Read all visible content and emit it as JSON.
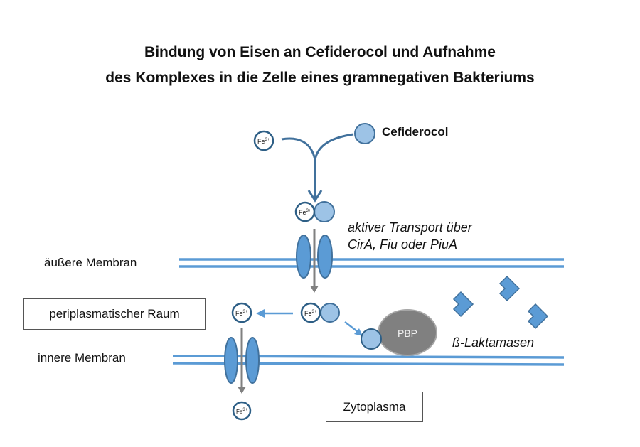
{
  "title": {
    "line1": "Bindung von Eisen an Cefiderocol und Aufnahme",
    "line2": "des Komplexes in die Zelle eines gramnegativen Bakteriums"
  },
  "labels": {
    "cefiderocol": "Cefiderocol",
    "transport_line1": "aktiver Transport über",
    "transport_line2": "CirA, Fiu oder PiuA",
    "outer_membrane": "äußere Membran",
    "periplasm": "periplasmatischer Raum",
    "inner_membrane": "innere Membran",
    "cytoplasm": "Zytoplasma",
    "beta_lactamases": "ß-Laktamasen",
    "pbp": "PBP"
  },
  "iron": {
    "symbol": "Fe",
    "charge": "3+"
  },
  "colors": {
    "membrane": "#5b9bd5",
    "protein_fill": "#5b9bd5",
    "protein_stroke": "#41719c",
    "cefiderocol_fill": "#9dc3e6",
    "iron_stroke": "#2e5f86",
    "pathway_arrow": "#41719c",
    "transport_arrow": "#808080",
    "pbp_fill": "#808080",
    "pbp_stroke": "#a6a6a6",
    "lactamase_fill": "#5b9bd5"
  }
}
